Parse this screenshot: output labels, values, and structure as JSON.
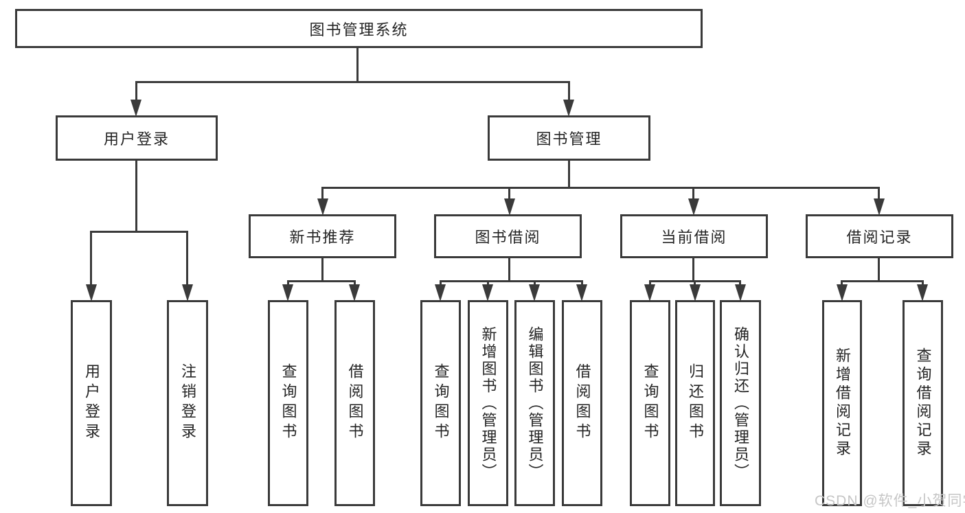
{
  "watermark": "CSDN @软件_小贺同学",
  "colors": {
    "line": "#3a3a3a",
    "text": "#242424",
    "watermark": "#c6c6c6",
    "background": "#ffffff"
  },
  "tree": {
    "label": "图书管理系统",
    "children": [
      {
        "label": "用户登录",
        "children": [
          {
            "label": "用户登录"
          },
          {
            "label": "注销登录"
          }
        ]
      },
      {
        "label": "图书管理",
        "children": [
          {
            "label": "新书推荐",
            "children": [
              {
                "label": "查询图书"
              },
              {
                "label": "借阅图书"
              }
            ]
          },
          {
            "label": "图书借阅",
            "children": [
              {
                "label": "查询图书"
              },
              {
                "label": "新增图书（管理员）"
              },
              {
                "label": "编辑图书（管理员）"
              },
              {
                "label": "借阅图书"
              }
            ]
          },
          {
            "label": "当前借阅",
            "children": [
              {
                "label": "查询图书"
              },
              {
                "label": "归还图书"
              },
              {
                "label": "确认归还（管理员）"
              }
            ]
          },
          {
            "label": "借阅记录",
            "children": [
              {
                "label": "新增借阅记录"
              },
              {
                "label": "查询借阅记录"
              }
            ]
          }
        ]
      }
    ]
  }
}
